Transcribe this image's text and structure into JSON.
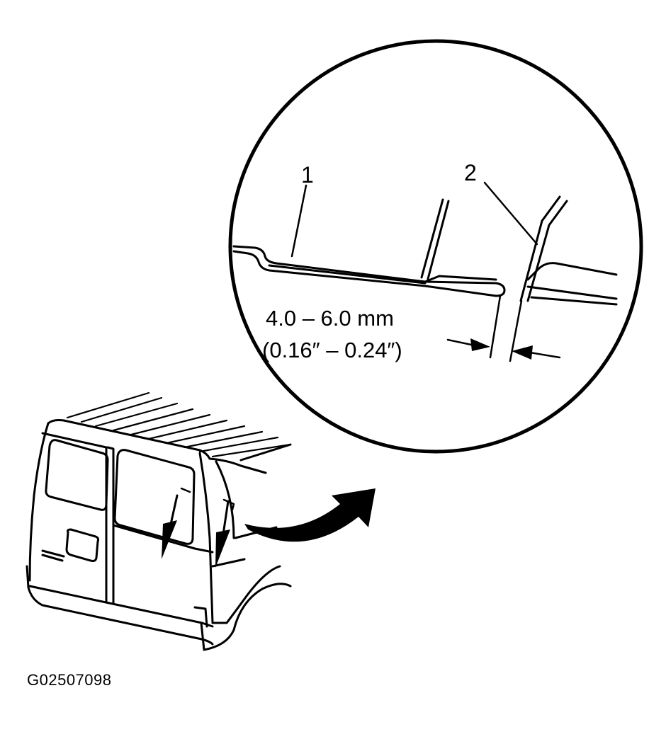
{
  "callouts": {
    "one": "1",
    "two": "2"
  },
  "dimension": {
    "metric": "4.0 – 6.0 mm",
    "imperial": "(0.16″ – 0.24″)"
  },
  "figure_id": "G02507098"
}
